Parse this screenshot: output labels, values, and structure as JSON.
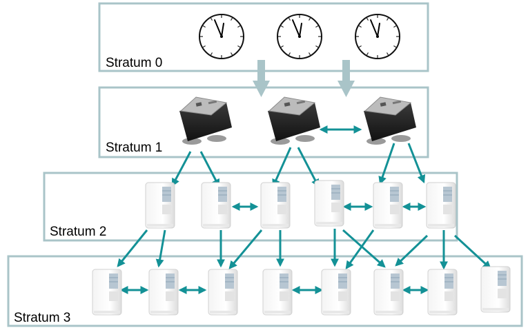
{
  "strata": [
    {
      "label": "Stratum 0"
    },
    {
      "label": "Stratum 1"
    },
    {
      "label": "Stratum 2"
    },
    {
      "label": "Stratum 3"
    }
  ],
  "colors": {
    "box_border": "#a9c4c8",
    "link": "#139196",
    "arrow_down": "#a9c4c8"
  },
  "nodes": {
    "stratum0": [
      "clock-icon",
      "clock-icon",
      "clock-icon"
    ],
    "stratum1": [
      "gps-receiver-icon",
      "gps-receiver-icon",
      "gps-receiver-icon"
    ],
    "stratum2": [
      "server-icon",
      "server-icon",
      "server-icon",
      "server-icon",
      "server-icon",
      "server-icon"
    ],
    "stratum3": [
      "server-icon",
      "server-icon",
      "server-icon",
      "server-icon",
      "server-icon",
      "server-icon",
      "server-icon",
      "server-icon"
    ]
  }
}
